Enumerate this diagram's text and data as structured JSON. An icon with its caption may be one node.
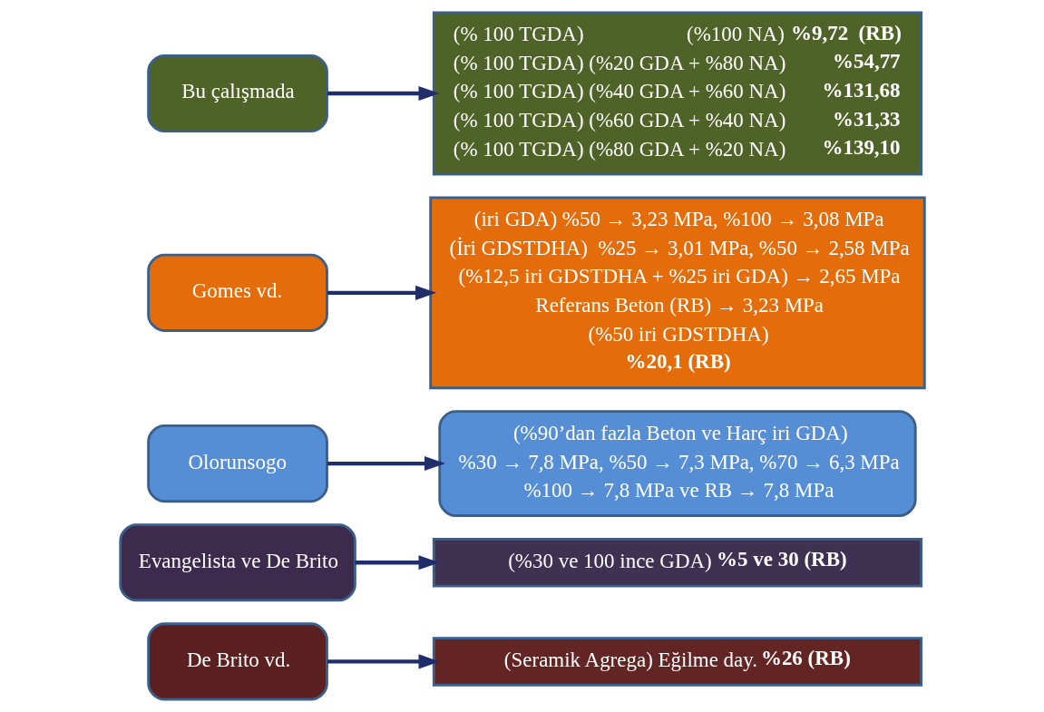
{
  "diagram": {
    "nodes": [
      {
        "text": [
          "De Brito vd."
        ]
      },
      {
        "text": [
          "(Seramik Agrega) Eğilme day.",
          "%26 (RB)"
        ]
      },
      {
        "text": [
          "Evangelista ve De Brito"
        ]
      },
      {
        "text": [
          "(%30 ve 100 ince GDA)",
          "%5 ve 30 (RB)"
        ]
      },
      {
        "text": [
          "Olorunsogo"
        ]
      },
      {
        "text": [
          "(%90’dan fazla Beton ve Harç iri GDA)",
          "%30 → 7,8 MPa, %50 → 7,3 MPa, %70 → 6,3 MPa",
          "%100 → 7,8 MPa ve RB → 7,8 MPa"
        ]
      },
      {
        "text": [
          "Gomes vd."
        ]
      },
      {
        "text": [
          "(iri GDA) %50 → 3,23 MPa, %100 → 3,08 MPa",
          "(İri GDSTDHA)  %25 → 3,01 MPa, %50 → 2,58 MPa",
          "(%12,5 iri GDSTDHA + %25 iri GDA) → 2,65 MPa",
          "Referans Beton (RB) → 3,23 MPa",
          "(%50 iri GDSTDHA)",
          "%20,1 (RB)"
        ]
      },
      {
        "text": [
          "Bu çalışmada"
        ]
      },
      {
        "text": [
          "(% 100 TGDA)",
          "(%100 NA)",
          "%9,72  (RB)",
          "(% 100 TGDA)",
          "(%20 GDA + %80 NA)",
          "%54,77",
          "(% 100 TGDA)",
          "(%40 GDA + %60 NA)",
          "%131,68",
          "(% 100 TGDA)",
          "(%60 GDA + %40 NA)",
          "%31,33",
          "(% 100 TGDA)",
          "(%80 GDA + %20 NA)",
          "%139,10"
        ]
      }
    ],
    "edges": [
      {
        "from": 0,
        "to": 1,
        "arrow": "to"
      },
      {
        "from": 2,
        "to": 3,
        "arrow": "to"
      },
      {
        "from": 4,
        "to": 5,
        "arrow": "to"
      },
      {
        "from": 6,
        "to": 7,
        "arrow": "to"
      },
      {
        "from": 8,
        "to": 9,
        "arrow": "to"
      }
    ]
  }
}
